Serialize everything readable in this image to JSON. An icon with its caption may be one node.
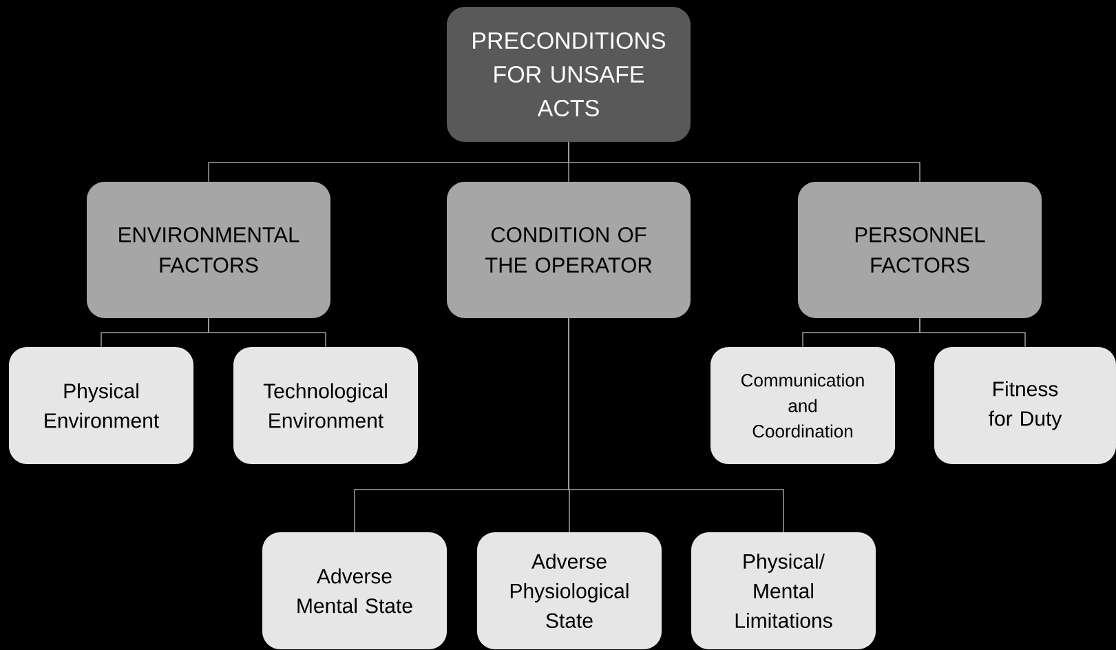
{
  "diagram": {
    "nodes": [
      {
        "text": [
          "PRECONDITIONS FOR UNSAFE ACTS"
        ]
      },
      {
        "text": [
          "ENVIRONMENTAL FACTORS"
        ]
      },
      {
        "text": [
          "CONDITION OF THE OPERATOR"
        ]
      },
      {
        "text": [
          "PERSONNEL FACTORS"
        ]
      },
      {
        "text": [
          "Physical Environment"
        ]
      },
      {
        "text": [
          "Technological Environment"
        ]
      },
      {
        "text": [
          "Communication and Coordination"
        ]
      },
      {
        "text": [
          "Fitness for Duty"
        ]
      },
      {
        "text": [
          "Adverse Mental State"
        ]
      },
      {
        "text": [
          "Adverse Physiological State"
        ]
      },
      {
        "text": [
          "Physical/ Mental Limitations"
        ]
      }
    ],
    "edges": [
      {
        "from": 0,
        "to": 1,
        "arrow": "none"
      },
      {
        "from": 0,
        "to": 2,
        "arrow": "none"
      },
      {
        "from": 0,
        "to": 3,
        "arrow": "none"
      },
      {
        "from": 1,
        "to": 4,
        "arrow": "none"
      },
      {
        "from": 1,
        "to": 5,
        "arrow": "none"
      },
      {
        "from": 3,
        "to": 6,
        "arrow": "none"
      },
      {
        "from": 3,
        "to": 7,
        "arrow": "none"
      },
      {
        "from": 2,
        "to": 8,
        "arrow": "none"
      },
      {
        "from": 2,
        "to": 9,
        "arrow": "none"
      },
      {
        "from": 2,
        "to": 10,
        "arrow": "none"
      }
    ]
  }
}
